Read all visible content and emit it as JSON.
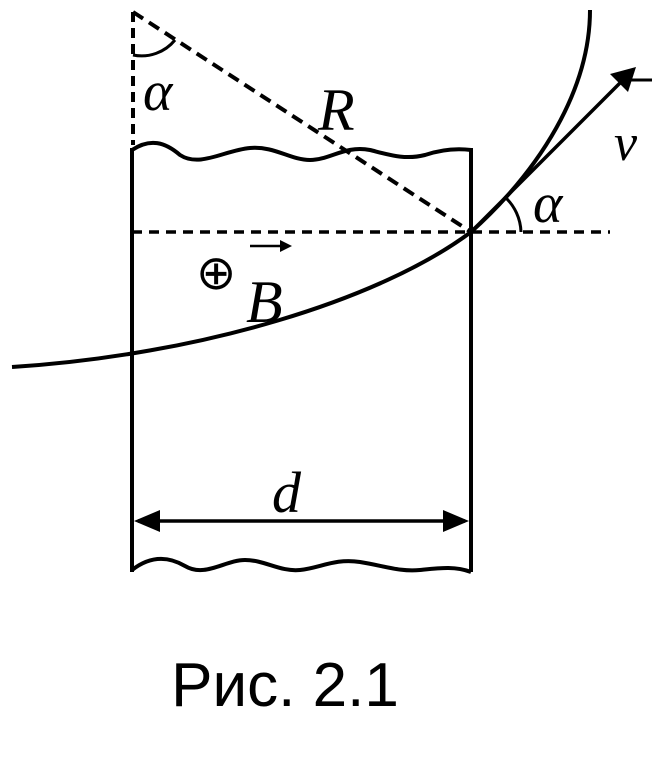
{
  "labels": {
    "angle_top": "α",
    "radius": "R",
    "velocity": "v",
    "angle_exit": "α",
    "field_symbol": "⊕",
    "field": "B",
    "width": "d"
  },
  "caption": "Рис. 2.1",
  "colors": {
    "stroke": "#000000",
    "background": "#ffffff"
  }
}
